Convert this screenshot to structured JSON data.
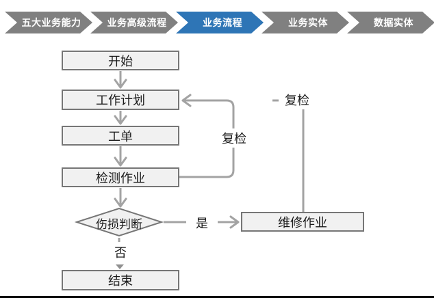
{
  "nav": {
    "items": [
      {
        "label": "五大业务能力",
        "active": false
      },
      {
        "label": "业务高级流程",
        "active": false
      },
      {
        "label": "业务流程",
        "active": true
      },
      {
        "label": "业务实体",
        "active": false
      },
      {
        "label": "数据实体",
        "active": false
      }
    ],
    "colors": {
      "active": "#2E75B6",
      "inactive": "#808080",
      "text": "#ffffff"
    }
  },
  "flow": {
    "nodes": {
      "start": "开始",
      "plan": "工作计划",
      "order": "工单",
      "inspect": "检测作业",
      "decide": "伤损判断",
      "repair": "维修作业",
      "end": "结束"
    },
    "labels": {
      "yes": "是",
      "no": "否",
      "recheck_inner": "复检",
      "recheck_outer": "复检"
    },
    "edges": [
      {
        "from": "start",
        "to": "plan",
        "label": ""
      },
      {
        "from": "plan",
        "to": "order",
        "label": ""
      },
      {
        "from": "order",
        "to": "inspect",
        "label": ""
      },
      {
        "from": "inspect",
        "to": "decide",
        "label": ""
      },
      {
        "from": "decide",
        "to": "repair",
        "label": "是"
      },
      {
        "from": "decide",
        "to": "end",
        "label": "否"
      },
      {
        "from": "inspect",
        "to": "plan",
        "label": "复检"
      },
      {
        "from": "repair",
        "to": "plan",
        "label": "复检"
      }
    ],
    "colors": {
      "node_fill": "#f1f1f1",
      "node_border": "#767676",
      "line": "#a3a3a3",
      "text": "#1a1a1a"
    }
  }
}
